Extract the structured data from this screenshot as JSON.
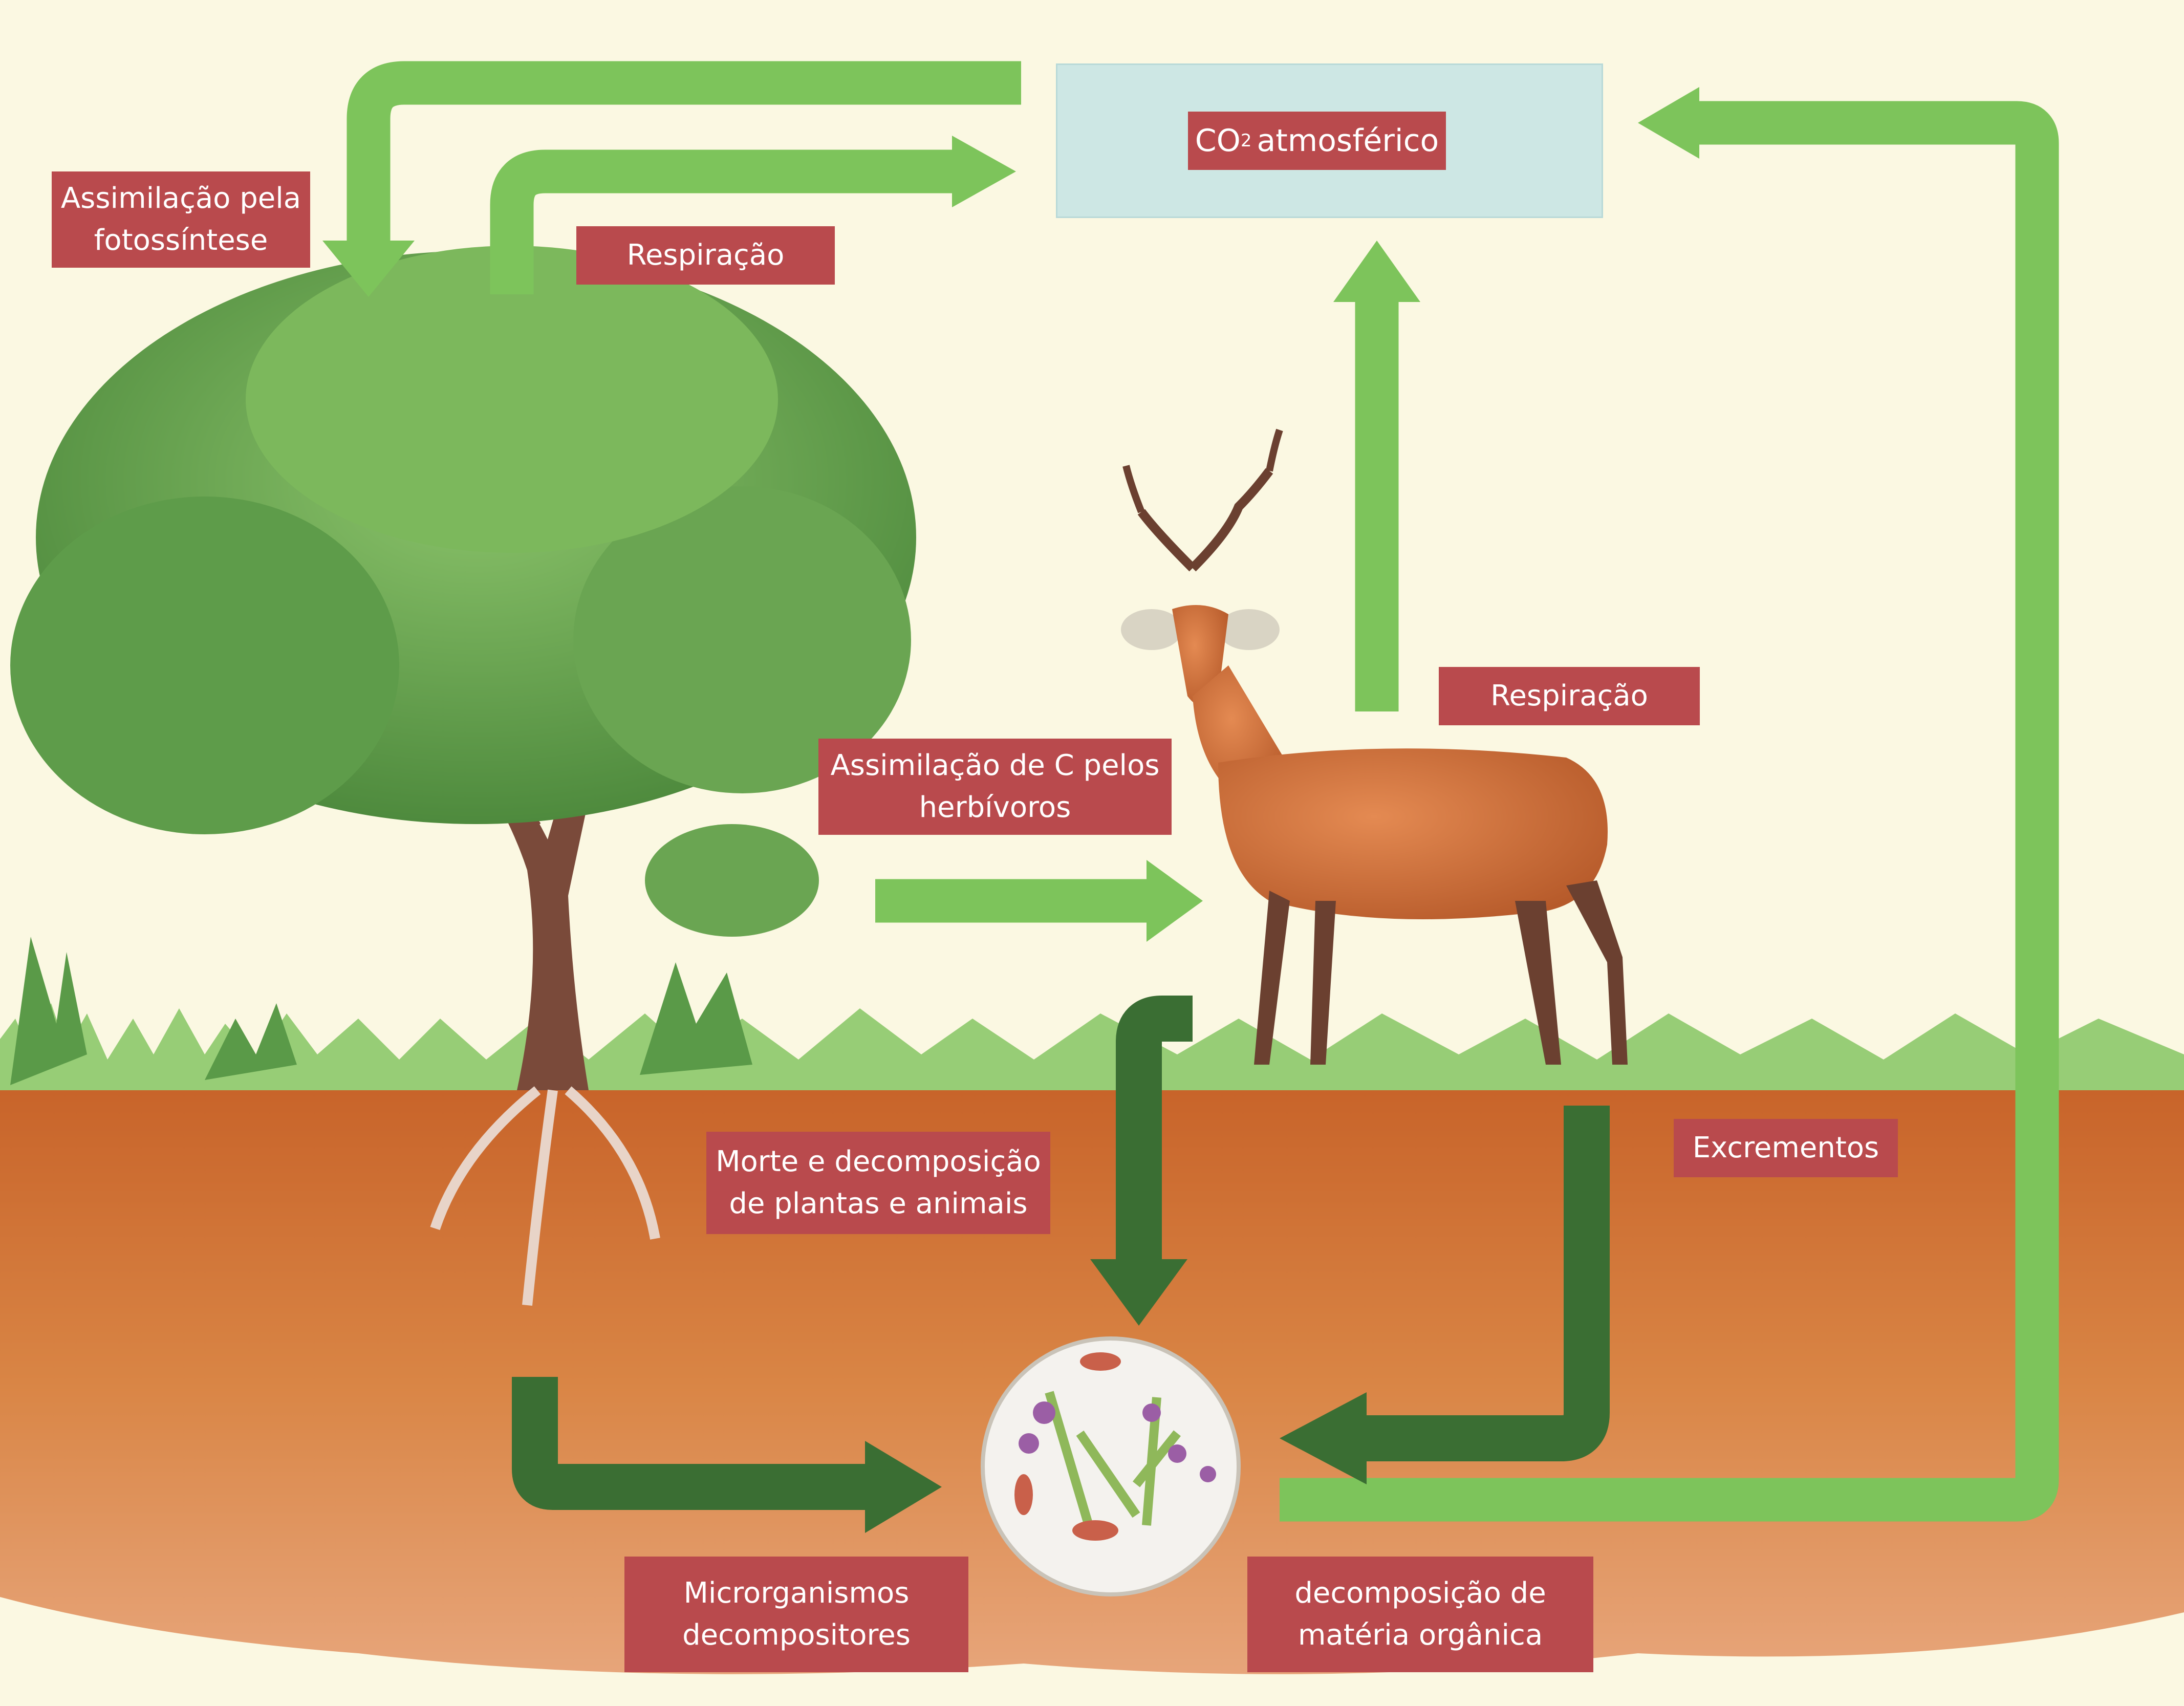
{
  "atmosphere": {
    "co2_main": "CO",
    "co2_sub": "2",
    "co2_rest": "atmosférico"
  },
  "labels": {
    "photosynthesis": [
      "Assimilação pela",
      "fotossíntese"
    ],
    "plant_respiration": "Respiração",
    "animal_respiration": "Respiração",
    "herbivores": [
      "Assimilação de C pelos",
      "herbívoros"
    ],
    "death_decomposition": [
      "Morte e decomposição",
      "de plantas e animais"
    ],
    "excrements": "Excrementos",
    "decomposers": [
      "Microrganismos",
      "decompositores"
    ],
    "organic_matter": [
      "decomposição de",
      "matéria orgânica"
    ]
  },
  "colors": {
    "background": "#fbf8e2",
    "arrow_light": "#7dc45b",
    "arrow_dark": "#3a6e33",
    "soil": "#d47a3a",
    "grass": "#8cc86a",
    "label_bg": "#b94a4d",
    "atmosphere_box": "#cde7e4"
  },
  "icons": [
    "tree-illustration",
    "deer-illustration",
    "microorganisms-illustration"
  ]
}
